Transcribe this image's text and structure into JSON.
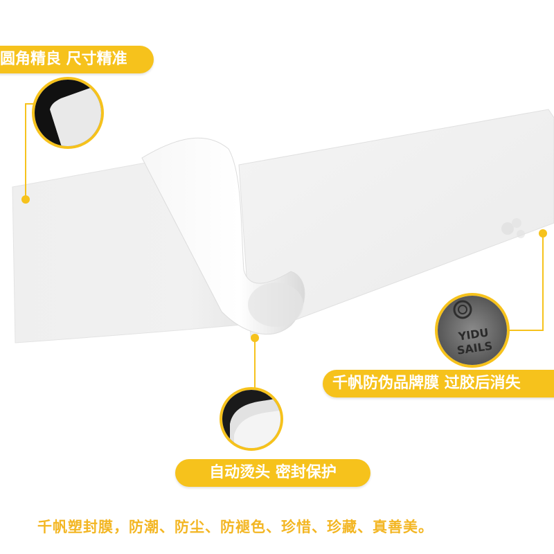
{
  "callouts": {
    "corner": "圆角精良 尺寸精准",
    "brand_film": "千帆防伪品牌膜 过胶后消失",
    "seal": "自动烫头 密封保护"
  },
  "logo_text": {
    "line1": "YIDU",
    "line2": "SAILS"
  },
  "tagline": "千帆塑封膜，防潮、防尘、防褪色、珍惜、珍藏、真善美。",
  "colors": {
    "accent": "#f6c21c",
    "tagline": "#f3b623",
    "sheet": "#f0f0f0"
  }
}
